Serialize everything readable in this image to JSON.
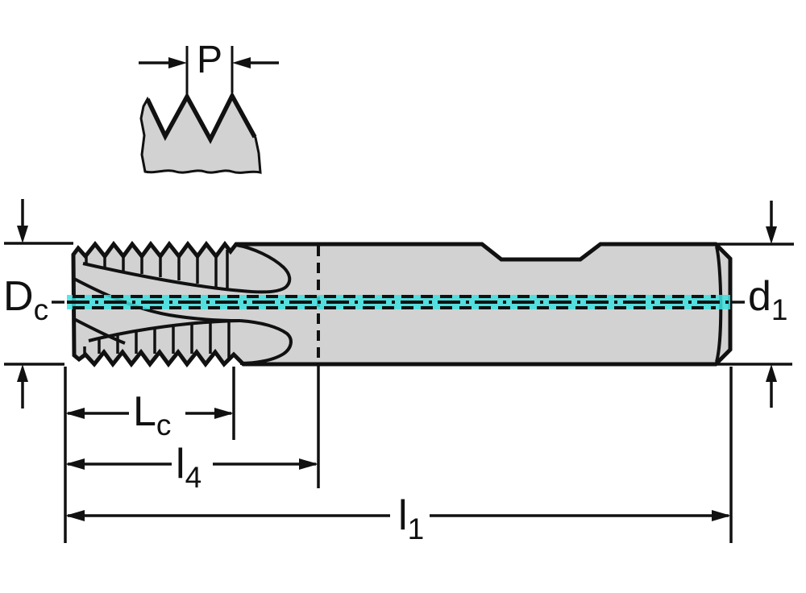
{
  "drawing": {
    "kind": "thread-mill-dimension-drawing",
    "labels": {
      "pitch": {
        "main": "P"
      },
      "cutting_diameter": {
        "main": "D",
        "sub": "c"
      },
      "shank_diameter": {
        "main": "d",
        "sub": "1"
      },
      "thread_length": {
        "main": "L",
        "sub": "c"
      },
      "reach_length": {
        "main": "l",
        "sub": "4"
      },
      "overall_length": {
        "main": "l",
        "sub": "1"
      }
    },
    "colors": {
      "outline": "#111111",
      "body_fill": "#d2d2d2",
      "centerline_cyan": "#3ee1e1",
      "background": "#ffffff"
    }
  }
}
